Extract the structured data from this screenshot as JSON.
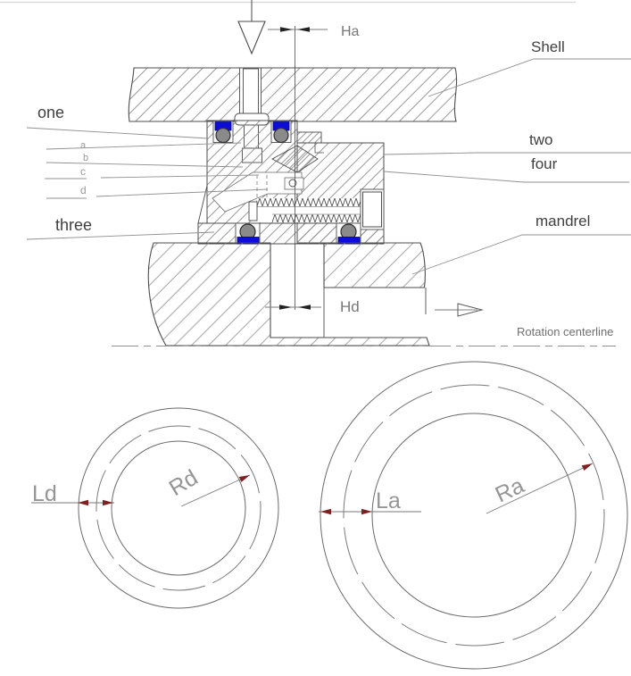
{
  "drawing": {
    "section": {
      "dim_top": "Ha",
      "dim_bottom": "Hd",
      "rotation_note": "Rotation centerline",
      "left_callouts": {
        "one": "one",
        "a": "a",
        "b": "b",
        "c": "c",
        "d": "d",
        "three": "three"
      },
      "right_callouts": {
        "shell": "Shell",
        "two": "two",
        "four": "four",
        "mandrel": "mandrel"
      }
    },
    "circles": {
      "left": {
        "width_label": "Ld",
        "radius_label": "Rd"
      },
      "right": {
        "width_label": "La",
        "radius_label": "Ra"
      }
    },
    "colors": {
      "seal_blue": "#0d0dd8",
      "seal_ball_gray": "#8a8a8a",
      "dim_arrow_maroon": "#7c2222",
      "outline_gray": "#4d4d4d",
      "hatch_gray": "#8d8d8d"
    }
  }
}
